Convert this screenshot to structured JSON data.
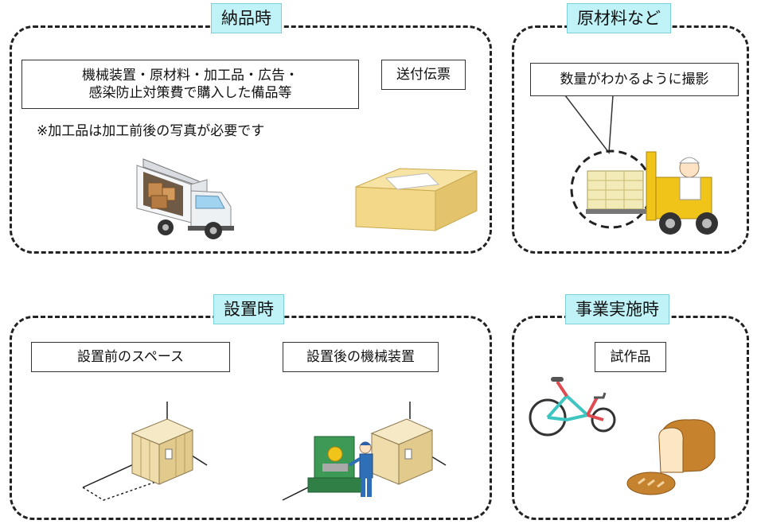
{
  "delivery": {
    "tag": "納品時",
    "items_label_line1": "機械装置・原材料・加工品・広告・",
    "items_label_line2": "感染防止対策費で購入した備品等",
    "slip_label": "送付伝票",
    "note": "※加工品は加工前後の写真が必要です"
  },
  "materials": {
    "tag": "原材料など",
    "callout": "数量がわかるように撮影"
  },
  "installation": {
    "tag": "設置時",
    "before_label": "設置前のスペース",
    "after_label": "設置後の機械装置"
  },
  "implementation": {
    "tag": "事業実施時",
    "prototype_label": "試作品"
  },
  "icons": [
    "truck-icon",
    "cardboard-box-icon",
    "forklift-icon",
    "prefab-room-icon",
    "machine-operator-icon",
    "bicycle-icon",
    "bread-icon"
  ]
}
